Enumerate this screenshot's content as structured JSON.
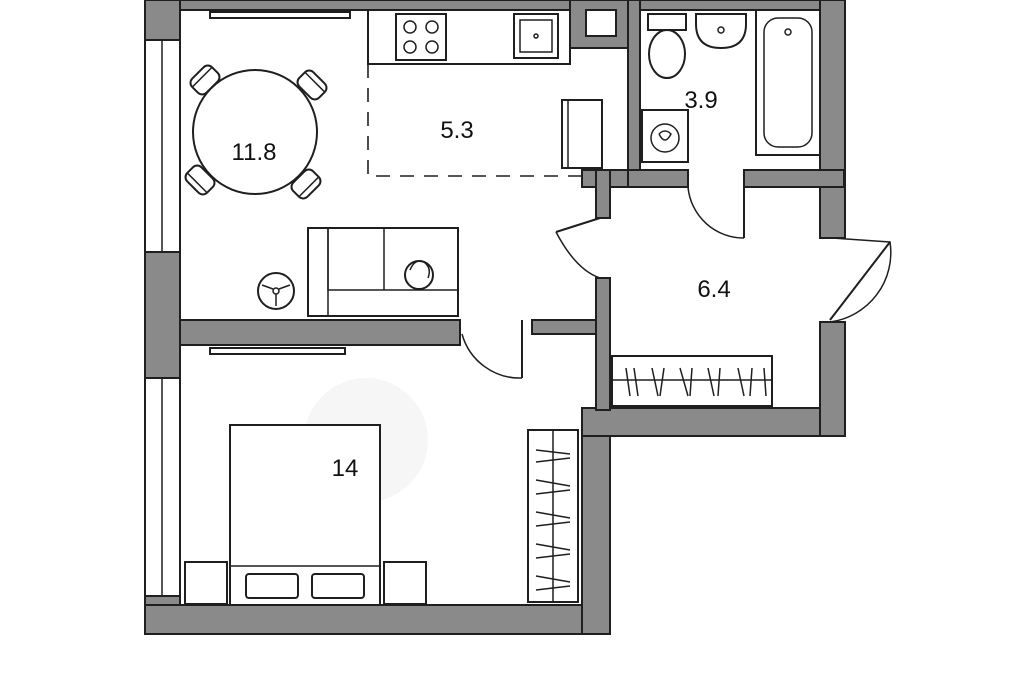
{
  "rooms": {
    "living": {
      "area": "11.8"
    },
    "kitchen": {
      "area": "5.3"
    },
    "bathroom": {
      "area": "3.9"
    },
    "hallway": {
      "area": "6.4"
    },
    "bedroom": {
      "area": "14"
    }
  },
  "colors": {
    "wall_fill": "#8a8a8a",
    "line": "#1f1f1f",
    "background": "#ffffff"
  }
}
